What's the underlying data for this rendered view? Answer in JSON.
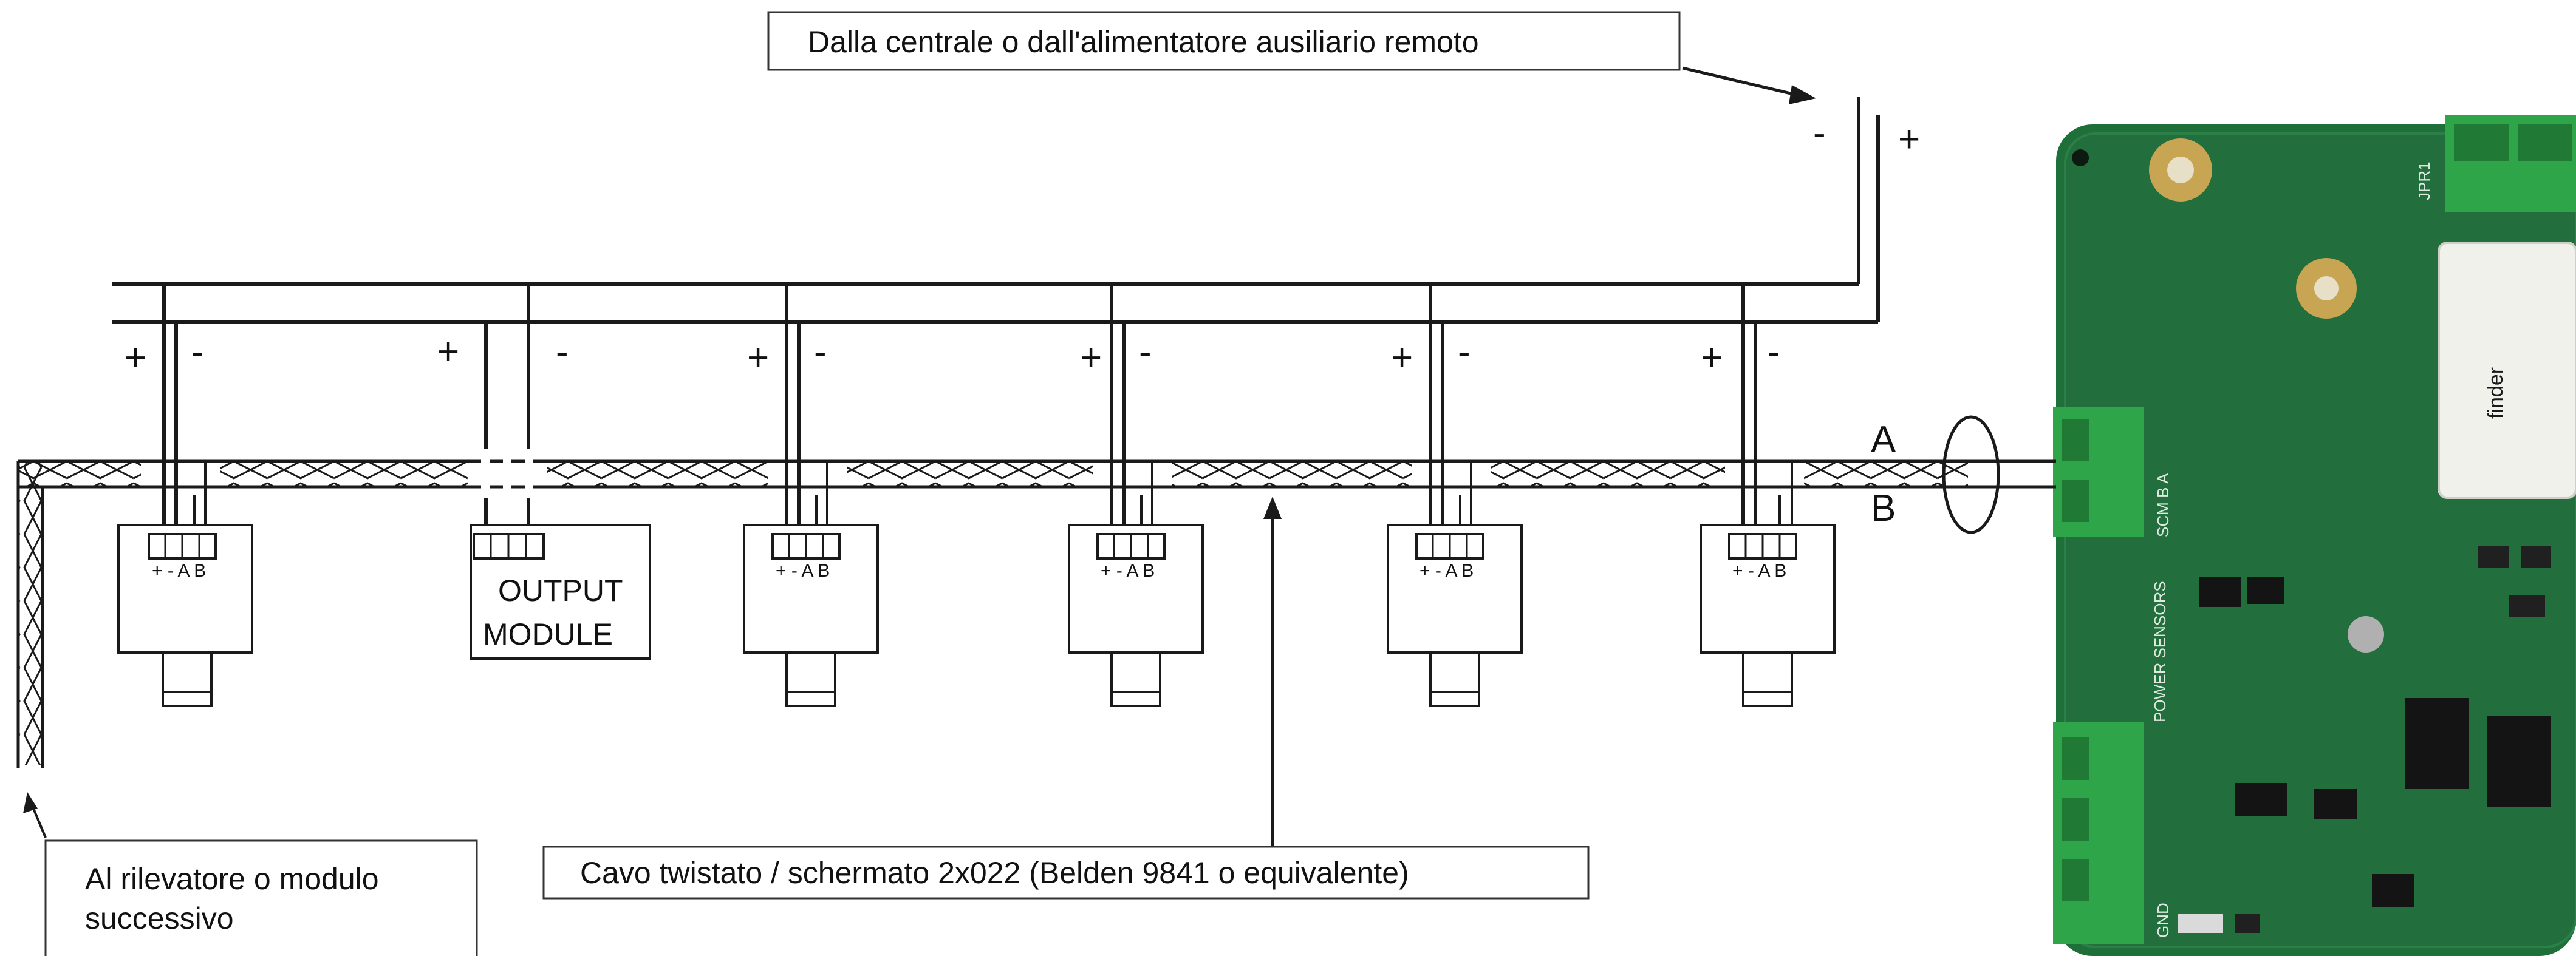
{
  "callouts": {
    "top": "Dalla centrale o dall'alimentatore ausiliario remoto",
    "left_line1": "Al rilevatore o modulo",
    "left_line2": "successivo",
    "bottom": "Cavo twistato / schermato 2x022 (Belden 9841 o equivalente)"
  },
  "supply_polarity": {
    "minus": "-",
    "plus": "+"
  },
  "bus_labels": {
    "a": "A",
    "b": "B"
  },
  "output_module": {
    "line1": "OUTPUT",
    "line2": "MODULE"
  },
  "terminal_label": "+ - A B",
  "device_polarity": {
    "plus": "+",
    "minus": "-"
  },
  "pcb_silkscreen": {
    "jpr": "JPR1",
    "scm": "SCM B A",
    "power": "POWER SENSORS",
    "gnd": "GND",
    "relay_brand": "finder"
  },
  "colors": {
    "wire": "#1a1a1a",
    "pcb_green": "#1f6f3a",
    "pcb_dark": "#0f4a24",
    "connector_green": "#2fa54a",
    "relay_white": "#f1f1ec"
  }
}
